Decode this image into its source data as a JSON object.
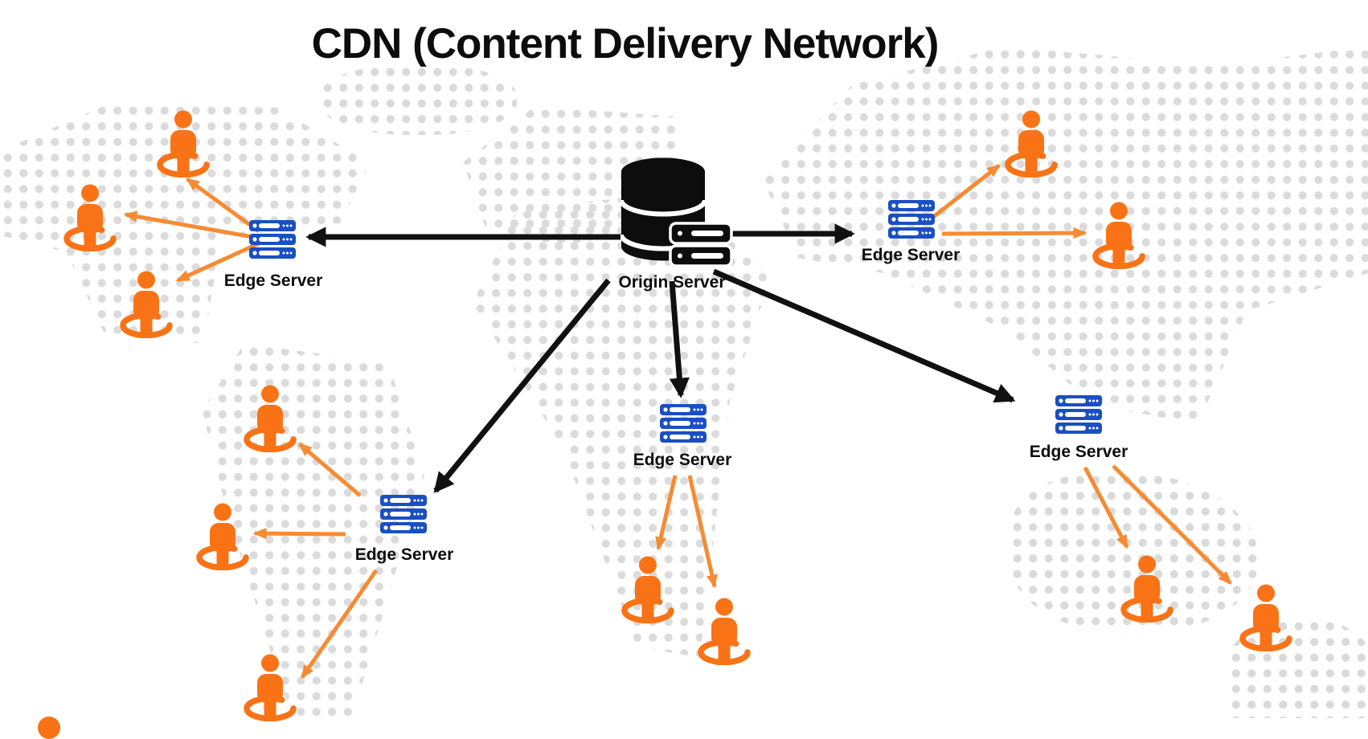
{
  "title": "CDN (Content Delivery Network)",
  "origin_server": {
    "label": "Origin Server",
    "icon": "database-server-icon"
  },
  "edge_servers": [
    {
      "position": "west",
      "label": "Edge Server",
      "icon": "server-rack-icon"
    },
    {
      "position": "east",
      "label": "Edge Server",
      "icon": "server-rack-icon"
    },
    {
      "position": "south-central",
      "label": "Edge Server",
      "icon": "server-rack-icon"
    },
    {
      "position": "south-east",
      "label": "Edge Server",
      "icon": "server-rack-icon"
    },
    {
      "position": "south-west",
      "label": "Edge Server",
      "icon": "server-rack-icon"
    }
  ],
  "users": {
    "count": 12,
    "icon": "user-location-icon"
  },
  "connections": {
    "origin_to_edge_arrows": 5,
    "edge_to_user_arrows": 12
  },
  "colors": {
    "background": "#FFFFFF",
    "map_dot": "#D9D9D9",
    "arrow_black": "#111111",
    "server_blue": "#1A4FC3",
    "user_orange": "#F97316",
    "arrow_orange": "#F68B33",
    "title_black": "#0D0D0D"
  }
}
